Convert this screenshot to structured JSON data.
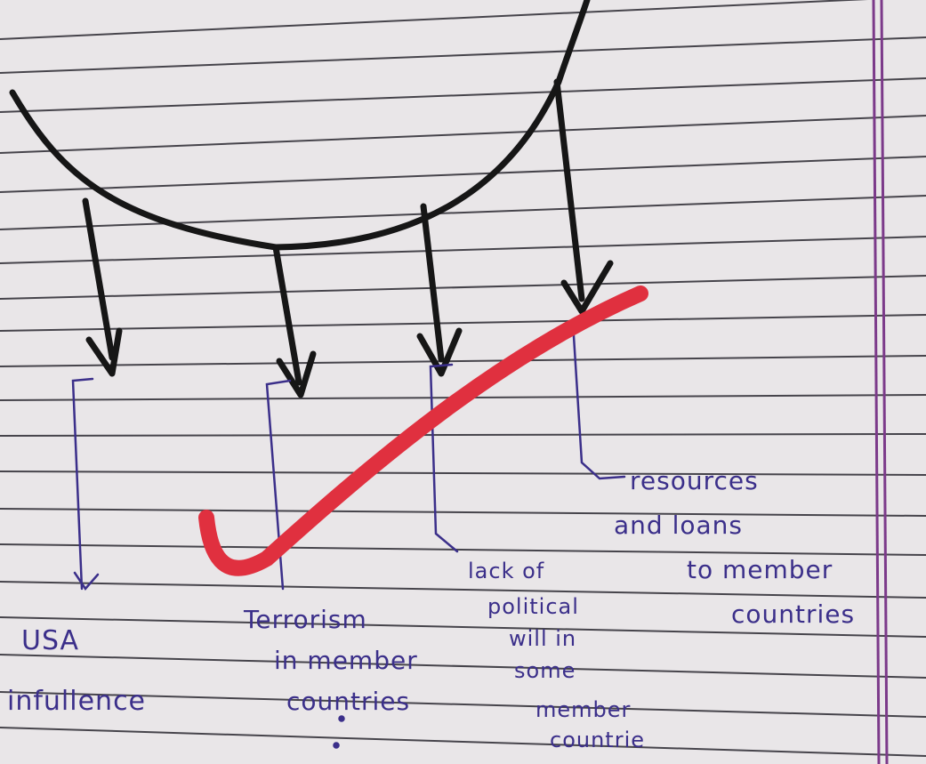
{
  "image": {
    "kind": "photo of handwritten notebook page",
    "paper_color": "#e9e6e8",
    "rule_color": "#2a2830",
    "margin_color": "#7c3a8a",
    "ink_black": "#161616",
    "ink_blue": "#3b2f8a",
    "tick_color": "#e0303f"
  },
  "notes": {
    "item1": [
      "USA",
      "infullence"
    ],
    "item2": [
      "Terrorism",
      "in member",
      "countries"
    ],
    "item3": [
      "lack of",
      "political",
      "will in",
      "some",
      "member",
      "countrie"
    ],
    "item4": [
      "resources",
      "and loans",
      "to member",
      "countries"
    ]
  }
}
